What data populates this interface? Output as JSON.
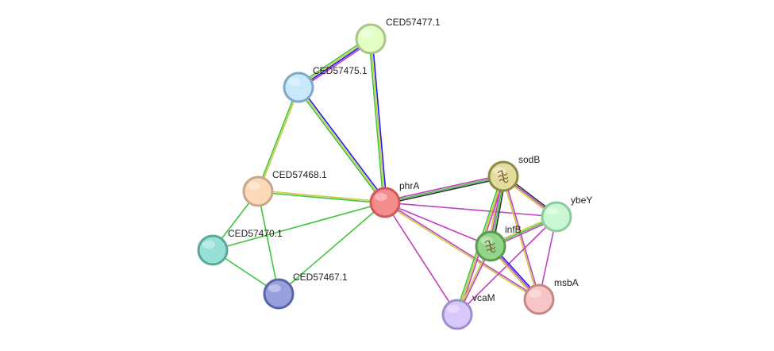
{
  "network": {
    "nodes": [
      {
        "id": "phrA",
        "label": "phrA",
        "fill": "#f48c8c",
        "stroke": "#d05858"
      },
      {
        "id": "CED57477.1",
        "label": "CED57477.1",
        "fill": "#e3ffc4",
        "stroke": "#a8c48a"
      },
      {
        "id": "CED57475.1",
        "label": "CED57475.1",
        "fill": "#c8e8fb",
        "stroke": "#7fa9c8"
      },
      {
        "id": "CED57468.1",
        "label": "CED57468.1",
        "fill": "#fdd9b9",
        "stroke": "#c9a789"
      },
      {
        "id": "CED57470.1",
        "label": "CED57470.1",
        "fill": "#98e0d6",
        "stroke": "#5aa89c"
      },
      {
        "id": "CED57467.1",
        "label": "CED57467.1",
        "fill": "#97a1de",
        "stroke": "#5a64a8"
      },
      {
        "id": "sodB",
        "label": "sodB",
        "fill": "#e3dc9c",
        "stroke": "#8c8a45",
        "has_structure": true
      },
      {
        "id": "ybeY",
        "label": "ybeY",
        "fill": "#c9f7d3",
        "stroke": "#8ccc9c"
      },
      {
        "id": "infB",
        "label": "infB",
        "fill": "#93d58a",
        "stroke": "#5a9a52",
        "has_structure": true
      },
      {
        "id": "msbA",
        "label": "msbA",
        "fill": "#f6c6c6",
        "stroke": "#c48888"
      },
      {
        "id": "vcaM",
        "label": "vcaM",
        "fill": "#d7c7fb",
        "stroke": "#9f8ec9"
      }
    ],
    "edges": [
      {
        "source": "CED57475.1",
        "target": "CED57477.1",
        "colors": [
          "#3ec43e",
          "#c9c93a",
          "#1a1aff",
          "#c040c0"
        ]
      },
      {
        "source": "phrA",
        "target": "CED57477.1",
        "colors": [
          "#3ec43e",
          "#c9c93a",
          "#1a1aff"
        ]
      },
      {
        "source": "phrA",
        "target": "CED57475.1",
        "colors": [
          "#3ec43e",
          "#c9c93a",
          "#1a1aff"
        ]
      },
      {
        "source": "CED57468.1",
        "target": "CED57475.1",
        "colors": [
          "#3ec43e",
          "#c9c93a"
        ]
      },
      {
        "source": "phrA",
        "target": "CED57468.1",
        "colors": [
          "#3ec43e",
          "#c9c93a"
        ]
      },
      {
        "source": "CED57468.1",
        "target": "CED57470.1",
        "colors": [
          "#3ec43e"
        ]
      },
      {
        "source": "CED57468.1",
        "target": "CED57467.1",
        "colors": [
          "#3ec43e"
        ]
      },
      {
        "source": "CED57470.1",
        "target": "CED57467.1",
        "colors": [
          "#3ec43e"
        ]
      },
      {
        "source": "phrA",
        "target": "CED57470.1",
        "colors": [
          "#3ec43e"
        ]
      },
      {
        "source": "phrA",
        "target": "CED57467.1",
        "colors": [
          "#3ec43e"
        ]
      },
      {
        "source": "phrA",
        "target": "sodB",
        "colors": [
          "#c040c0",
          "#3ec43e",
          "#333333"
        ]
      },
      {
        "source": "phrA",
        "target": "ybeY",
        "colors": [
          "#c040c0"
        ]
      },
      {
        "source": "phrA",
        "target": "infB",
        "colors": [
          "#c040c0"
        ]
      },
      {
        "source": "phrA",
        "target": "msbA",
        "colors": [
          "#c040c0",
          "#c9c93a"
        ]
      },
      {
        "source": "phrA",
        "target": "vcaM",
        "colors": [
          "#c040c0"
        ]
      },
      {
        "source": "sodB",
        "target": "ybeY",
        "colors": [
          "#333333",
          "#c040c0",
          "#c9c93a"
        ]
      },
      {
        "source": "sodB",
        "target": "infB",
        "colors": [
          "#333333",
          "#3ec43e",
          "#c040c0",
          "#c9c93a"
        ]
      },
      {
        "source": "sodB",
        "target": "msbA",
        "colors": [
          "#c040c0",
          "#c9c93a"
        ]
      },
      {
        "source": "sodB",
        "target": "vcaM",
        "colors": [
          "#c040c0",
          "#c9c93a",
          "#3ec43e"
        ]
      },
      {
        "source": "ybeY",
        "target": "infB",
        "colors": [
          "#c040c0",
          "#3ec43e",
          "#c9c93a"
        ]
      },
      {
        "source": "ybeY",
        "target": "msbA",
        "colors": [
          "#c040c0"
        ]
      },
      {
        "source": "ybeY",
        "target": "vcaM",
        "colors": [
          "#c040c0"
        ]
      },
      {
        "source": "infB",
        "target": "msbA",
        "colors": [
          "#1a1aff",
          "#c040c0",
          "#c9c93a"
        ]
      },
      {
        "source": "infB",
        "target": "vcaM",
        "colors": [
          "#c040c0",
          "#c9c93a"
        ]
      }
    ]
  }
}
